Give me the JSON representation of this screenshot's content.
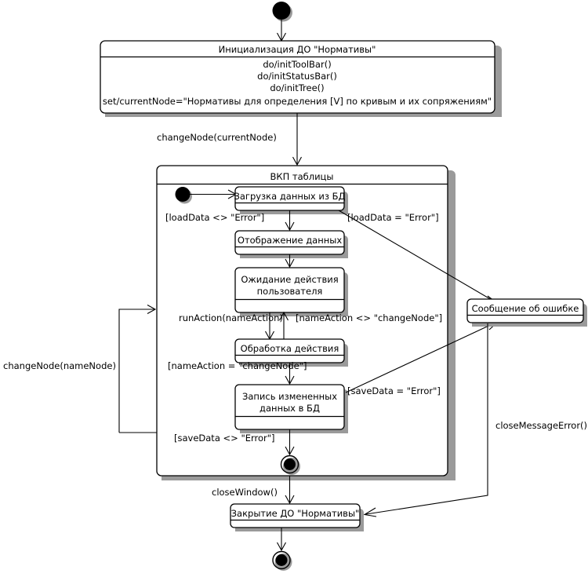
{
  "diagram": {
    "type": "uml-state-machine",
    "title": "",
    "language": "ru"
  },
  "states": {
    "init_pseudo": {
      "name": "initial-state",
      "label": ""
    },
    "initialization": {
      "title": "Инициализация ДО \"Нормативы\"",
      "actions": [
        "do/initToolBar()",
        "do/initStatusBar()",
        "do/initTree()",
        "set/currentNode=\"Нормативы для определения [V] по кривым и их сопряжениям\""
      ]
    },
    "composite": {
      "title": "ВКП таблицы"
    },
    "load_data": {
      "title": "Загрузка данных из БД"
    },
    "display_data": {
      "title": "Отображение данных"
    },
    "wait_action": {
      "title_line1": "Ожидание действия",
      "title_line2": "пользователя"
    },
    "process_action": {
      "title": "Обработка действия"
    },
    "save_data": {
      "title_line1": "Запись измененных",
      "title_line2": "данных в БД"
    },
    "error_message": {
      "title": "Сообщение об ошибке"
    },
    "closing": {
      "title": "Закрытие ДО \"Нормативы\""
    }
  },
  "transitions": {
    "change_node_current": "changeNode(currentNode)",
    "load_ok": "[loadData <> \"Error\"]",
    "load_error": "[loadData = \"Error\"]",
    "run_action": "runAction(nameAction)",
    "action_not_change": "[nameAction <> \"changeNode\"]",
    "action_change": "[nameAction = \"changeNode\"]",
    "save_error": "[saveData = \"Error\"]",
    "save_ok": "[saveData <> \"Error\"]",
    "change_node_name": "changeNode(nameNode)",
    "close_window": "closeWindow()",
    "close_message_error": "closeMessageError()"
  },
  "colors": {
    "line": "#000000",
    "fill": "#ffffff",
    "shadow": "#9a9a9a",
    "background": "#ffffff"
  }
}
